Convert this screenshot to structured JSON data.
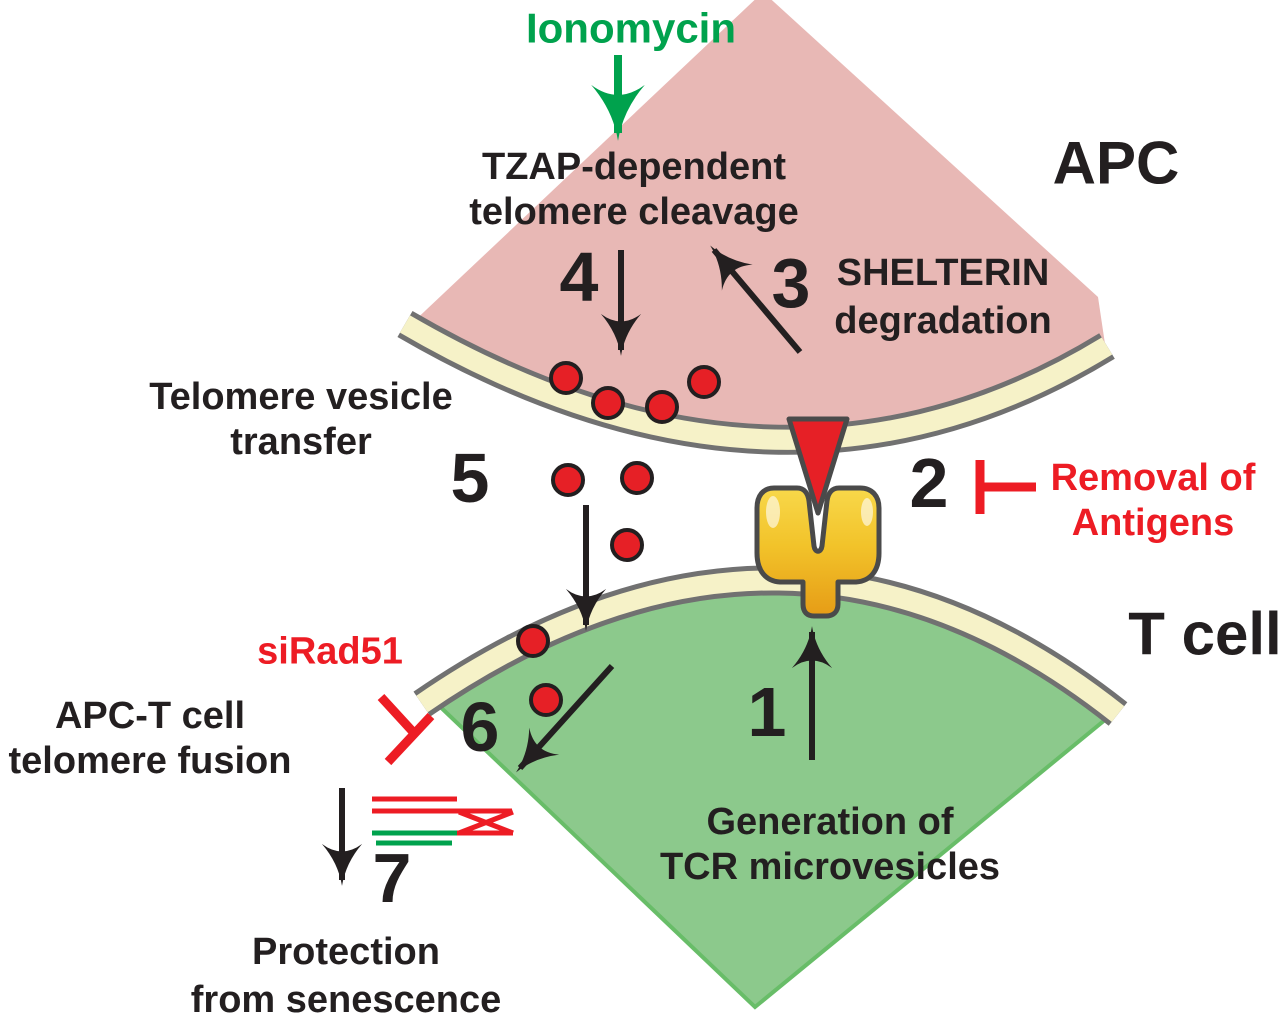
{
  "colors": {
    "apc_fill": "#e8b8b5",
    "t_cell_fill": "#8cc98c",
    "t_cell_border": "#68bd68",
    "membrane_fill": "#f6f2c8",
    "membrane_border": "#717171",
    "vesicle_red": "#e62026",
    "accent_red": "#ed1c24",
    "ionomycin_green": "#00a24d",
    "tcr_gold": "#f2c32a",
    "text_black": "#231f20"
  },
  "cells": {
    "apc_label": "APC",
    "t_cell_label": "T cell"
  },
  "labels": {
    "ionomycin": "Ionomycin",
    "tzap": [
      "TZAP-dependent",
      "telomere cleavage"
    ],
    "shelterin": [
      "SHELTERIN",
      "degradation"
    ],
    "vesicle_transfer": [
      "Telomere vesicle",
      "transfer"
    ],
    "removal": [
      "Removal of",
      "Antigens"
    ],
    "sirad51": "siRad51",
    "fusion": [
      "APC-T cell",
      "telomere fusion"
    ],
    "generation": [
      "Generation of",
      "TCR microvesicles"
    ],
    "protection": [
      "Protection",
      "from senescence"
    ]
  },
  "numbers": {
    "n1": "1",
    "n2": "2",
    "n3": "3",
    "n4": "4",
    "n5": "5",
    "n6": "6",
    "n7": "7"
  }
}
